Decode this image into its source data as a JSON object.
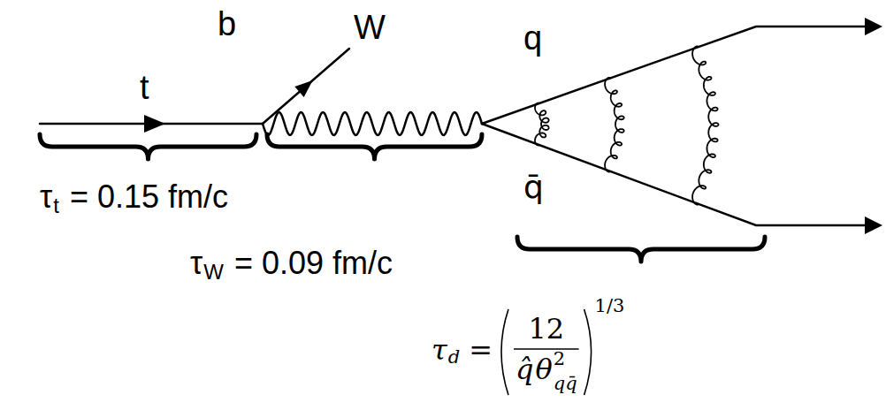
{
  "diagram": {
    "labels": [
      "t",
      "b",
      "W",
      "q",
      "q̄",
      "τ",
      "t",
      "= 0.15 fm/c",
      "τ",
      "W",
      "= 0.09 fm/c",
      "τ",
      "d",
      "=",
      "12",
      "q̂",
      "θ",
      "2",
      "qq̄",
      "1/3"
    ]
  }
}
